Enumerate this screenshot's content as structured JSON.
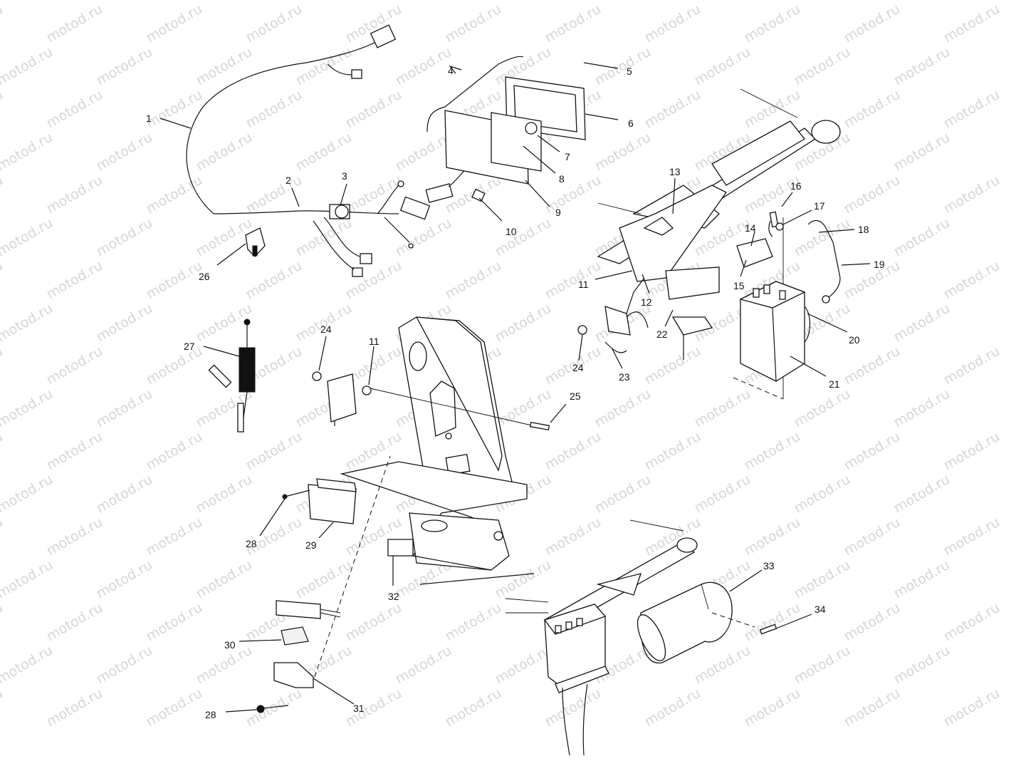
{
  "watermark": {
    "text": "motod.ru",
    "color": "#d6d6d6"
  },
  "callouts": {
    "n1": "1",
    "n2": "2",
    "n3": "3",
    "n4": "4",
    "n5": "5",
    "n6": "6",
    "n7": "7",
    "n8": "8",
    "n9": "9",
    "n10": "10",
    "n11a": "11",
    "n11b": "11",
    "n12": "12",
    "n13": "13",
    "n14": "14",
    "n15": "15",
    "n16": "16",
    "n17": "17",
    "n18": "18",
    "n19": "19",
    "n20": "20",
    "n21": "21",
    "n22": "22",
    "n23": "23",
    "n24a": "24",
    "n24b": "24",
    "n25": "25",
    "n26": "26",
    "n27": "27",
    "n28a": "28",
    "n28b": "28",
    "n29": "29",
    "n30": "30",
    "n31": "31",
    "n32": "32",
    "n33": "33",
    "n34": "34"
  }
}
